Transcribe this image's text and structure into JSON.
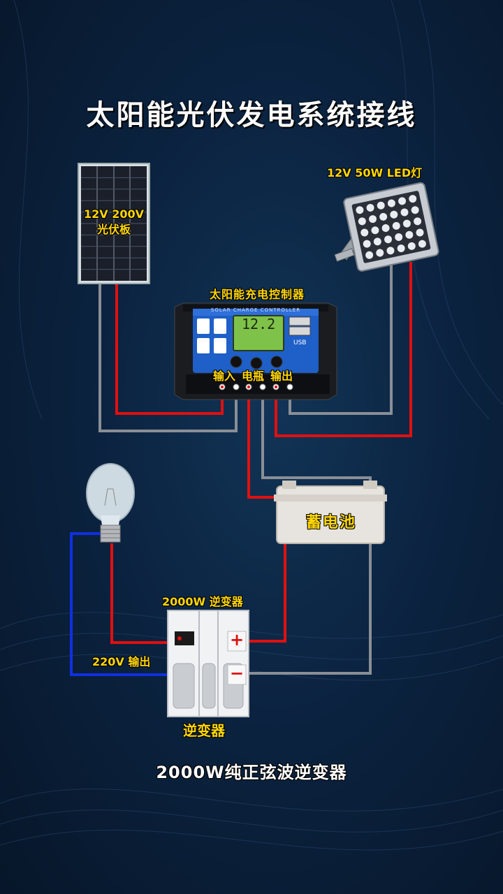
{
  "title": "太阳能光伏发电系统接线",
  "solar_panel": {
    "label_line1": "12V 200V",
    "label_line2": "光伏板"
  },
  "led_light": {
    "label": "12V 50W LED灯"
  },
  "controller": {
    "label": "太阳能充电控制器",
    "brand_text": "SOLAR CHARGE CONTROLLER",
    "lcd_value": "12.2",
    "usb_label": "USB",
    "terminal_labels": [
      "输入",
      "电瓶",
      "输出"
    ]
  },
  "battery": {
    "label": "蓄电池"
  },
  "inverter": {
    "top_label": "2000W 逆变器",
    "output_label": "220V 输出",
    "bottom_label": "逆变器",
    "plus": "+",
    "minus": "−"
  },
  "footer": "2000W纯正弦波逆变器",
  "colors": {
    "positive": "#e01010",
    "negative": "#8a8f96",
    "ac_neutral": "#1030e0",
    "label_yellow": "#ffd700"
  }
}
